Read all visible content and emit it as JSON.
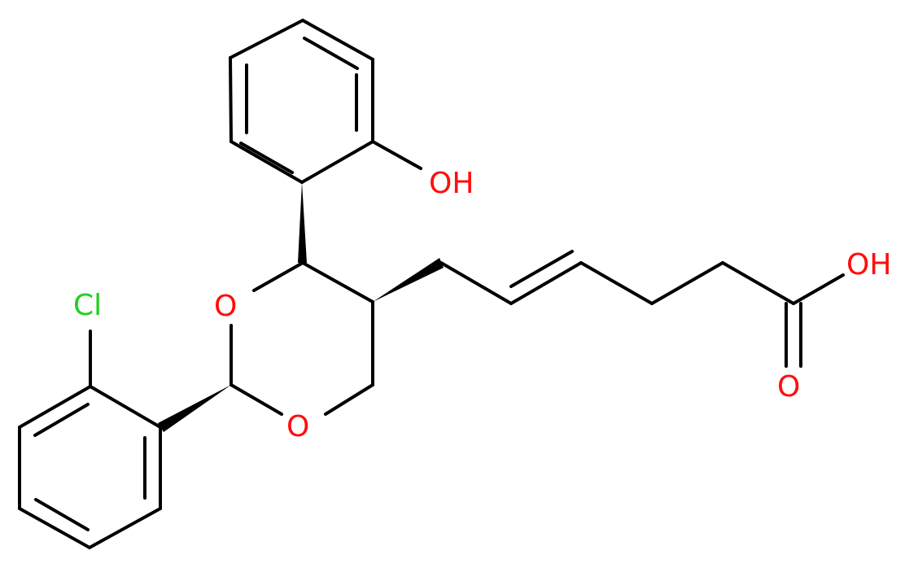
{
  "molecule": {
    "atom_labels": {
      "hydroxyl_oh": "OH",
      "acid_oh": "OH",
      "carbonyl_o": "O",
      "ring_o_upper": "O",
      "ring_o_lower": "O",
      "chlorine": "Cl"
    },
    "colors": {
      "bond": "#000000",
      "oxygen": "#ff0d0d",
      "chlorine": "#1fd01f",
      "background": "#ffffff"
    }
  }
}
